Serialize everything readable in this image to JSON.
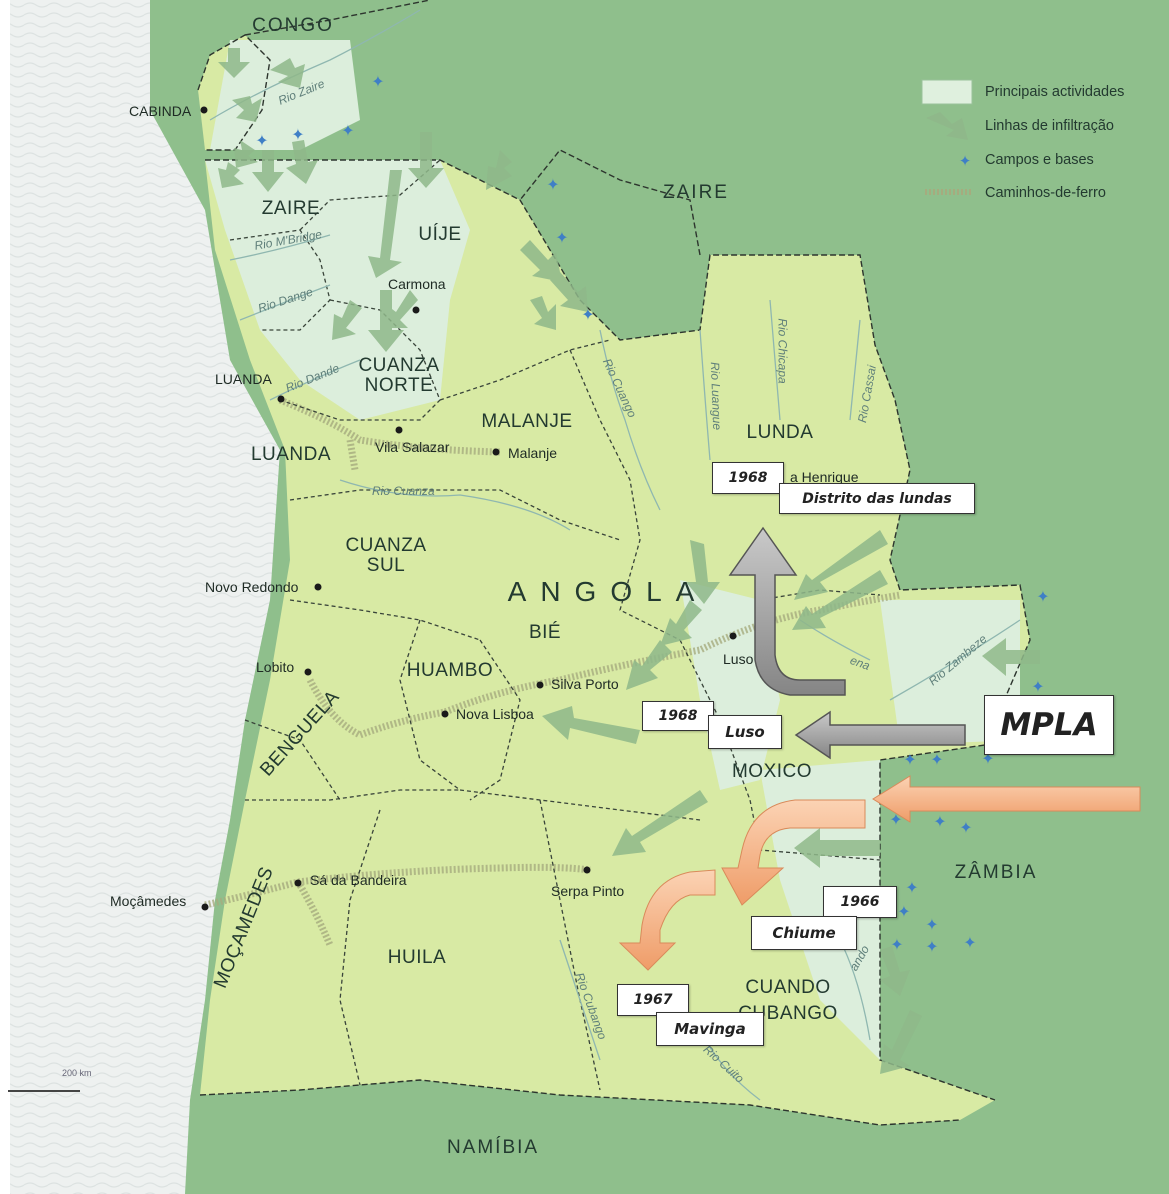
{
  "colors": {
    "sea": "#eef1f0",
    "neighbours": "#8fbf8c",
    "angola": "#d8eaa4",
    "activity_area": "#dceedc",
    "arrow_green": "#8fb88a",
    "arrow_grey": "#9a9a9a",
    "arrow_orange": "#f3b48a",
    "base_star": "#3f7fc6",
    "railway": "#a6ab7e"
  },
  "legend": {
    "activities": "Principais actividades",
    "infiltration": "Linhas de infiltração",
    "bases": "Campos e bases",
    "railways": "Caminhos-de-ferro"
  },
  "countries": {
    "congo": "CONGO",
    "zaire": "ZAIRE",
    "zambia": "ZÂMBIA",
    "namibia": "NAMÍBIA",
    "angola": "ANGOLA"
  },
  "provinces": {
    "zaire": "ZAIRE",
    "uije": "UÍJE",
    "cuanza_norte_1": "CUANZA",
    "cuanza_norte_2": "NORTE",
    "luanda": "LUANDA",
    "malanje": "MALANJE",
    "lunda": "LUNDA",
    "cuanza_sul_1": "CUANZA",
    "cuanza_sul_2": "SUL",
    "bie": "BIÉ",
    "huambo": "HUAMBO",
    "benguela": "BENGUELA",
    "moxico": "MOXICO",
    "mocamedes": "MOÇAMEDES",
    "huila": "HUILA",
    "cuando_cubango_1": "CUANDO",
    "cuando_cubango_2": "CUBANGO"
  },
  "cities": {
    "cabinda": "CABINDA",
    "carmona": "Carmona",
    "luanda": "LUANDA",
    "vila_salazar": "Vila Salazar",
    "malanje": "Malanje",
    "henrique": "a Henrique",
    "novo_redondo": "Novo Redondo",
    "lobito": "Lobito",
    "silva_porto": "Silva Porto",
    "nova_lisboa": "Nova Lisboa",
    "luso": "Luso",
    "sa_da_bandeira": "Sá da Bandeira",
    "mocamedes": "Moçâmedes",
    "serpa_pinto": "Serpa Pinto"
  },
  "rivers": {
    "zaire": "Rio Zaire",
    "mbridge": "Rio M'Bridge",
    "dange": "Rio Dange",
    "dande": "Rio Dande",
    "cuanza": "Rio Cuanza",
    "cuango": "Rio Cuango",
    "luangue": "Rio Luangue",
    "chicapa": "Rio Chicapa",
    "cassai": "Rio Cassai",
    "zambeze": "Rio Zambeze",
    "cubango": "Rio Cubango",
    "cuito": "Rio Cuito",
    "luena": "ena",
    "cuando": "ando"
  },
  "annotations": {
    "mpla": "MPLA",
    "lundas_year": "1968",
    "lundas_place": "Distrito das lundas",
    "luso_year": "1968",
    "luso_place": "Luso",
    "chiume_year": "1966",
    "chiume_place": "Chiume",
    "mavinga_year": "1967",
    "mavinga_place": "Mavinga"
  },
  "scale": "200 km"
}
